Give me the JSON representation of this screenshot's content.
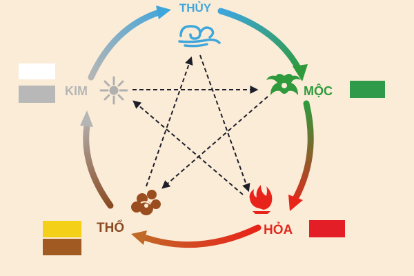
{
  "elements": {
    "thuy": {
      "label": "THỦY",
      "label_color": "#3fa6dc",
      "icon": "water-cloud-icon",
      "icon_color": "#3fa6dc"
    },
    "moc": {
      "label": "MỘC",
      "label_color": "#2e9a3c",
      "icon": "wood-leaf-icon",
      "icon_color": "#2e9a3c",
      "swatches": [
        "#2e9a4a"
      ]
    },
    "hoa": {
      "label": "HỎA",
      "label_color": "#e02a1e",
      "icon": "fire-flame-icon",
      "icon_color": "#e8241a",
      "swatches": [
        "#e41e26"
      ]
    },
    "tho": {
      "label": "THỔ",
      "label_color": "#8a4a22",
      "icon": "earth-swirl-icon",
      "icon_color": "#9a4e1f",
      "swatches": [
        "#f4d018",
        "#a05a22"
      ]
    },
    "kim": {
      "label": "KIM",
      "label_color": "#b5b5b5",
      "icon": "metal-sparkle-icon",
      "icon_color": "#b0b0b0",
      "swatches": [
        "#ffffff",
        "#b8b8b8"
      ]
    }
  },
  "generating_cycle": [
    "thuy",
    "moc",
    "hoa",
    "tho",
    "kim"
  ],
  "controlling_cycle": [
    "thuy",
    "hoa",
    "kim",
    "moc",
    "tho"
  ],
  "colors": {
    "background": "#fbecd8",
    "dashed_line": "#1e1e2a",
    "arc_thuy_moc": [
      "#3fa6dc",
      "#2e9a3c"
    ],
    "arc_moc_hoa": [
      "#2e9a3c",
      "#e8241a"
    ],
    "arc_hoa_tho": [
      "#e8241a",
      "#c06a28"
    ],
    "arc_tho_kim": [
      "#8a4a22",
      "#b5b5b5"
    ],
    "arc_kim_thuy": [
      "#b5b5b5",
      "#3fa6dc"
    ]
  }
}
